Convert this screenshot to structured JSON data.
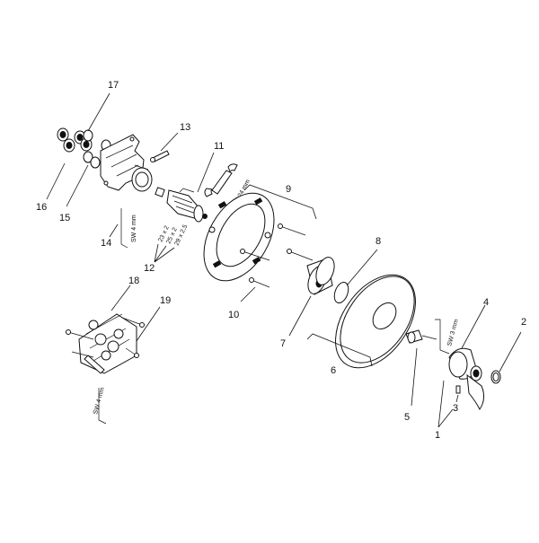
{
  "callouts": {
    "c1": "1",
    "c2": "2",
    "c3": "3",
    "c4": "4",
    "c5": "5",
    "c6": "6",
    "c7": "7",
    "c8": "8",
    "c9": "9",
    "c10": "10",
    "c11": "11",
    "c12": "12",
    "c13": "13",
    "c14": "14",
    "c15": "15",
    "c16": "16",
    "c17": "17",
    "c18": "18",
    "c19": "19"
  },
  "tools": {
    "sw24": "SW 24 mm",
    "sw4_top": "SW 4 mm",
    "sw4_bottom": "SW 4 mm",
    "sw3": "SW 3 mm"
  },
  "dimensions": {
    "d1": "23 x 2",
    "d2": "25 x 2",
    "d3": "29 x 2,5"
  }
}
